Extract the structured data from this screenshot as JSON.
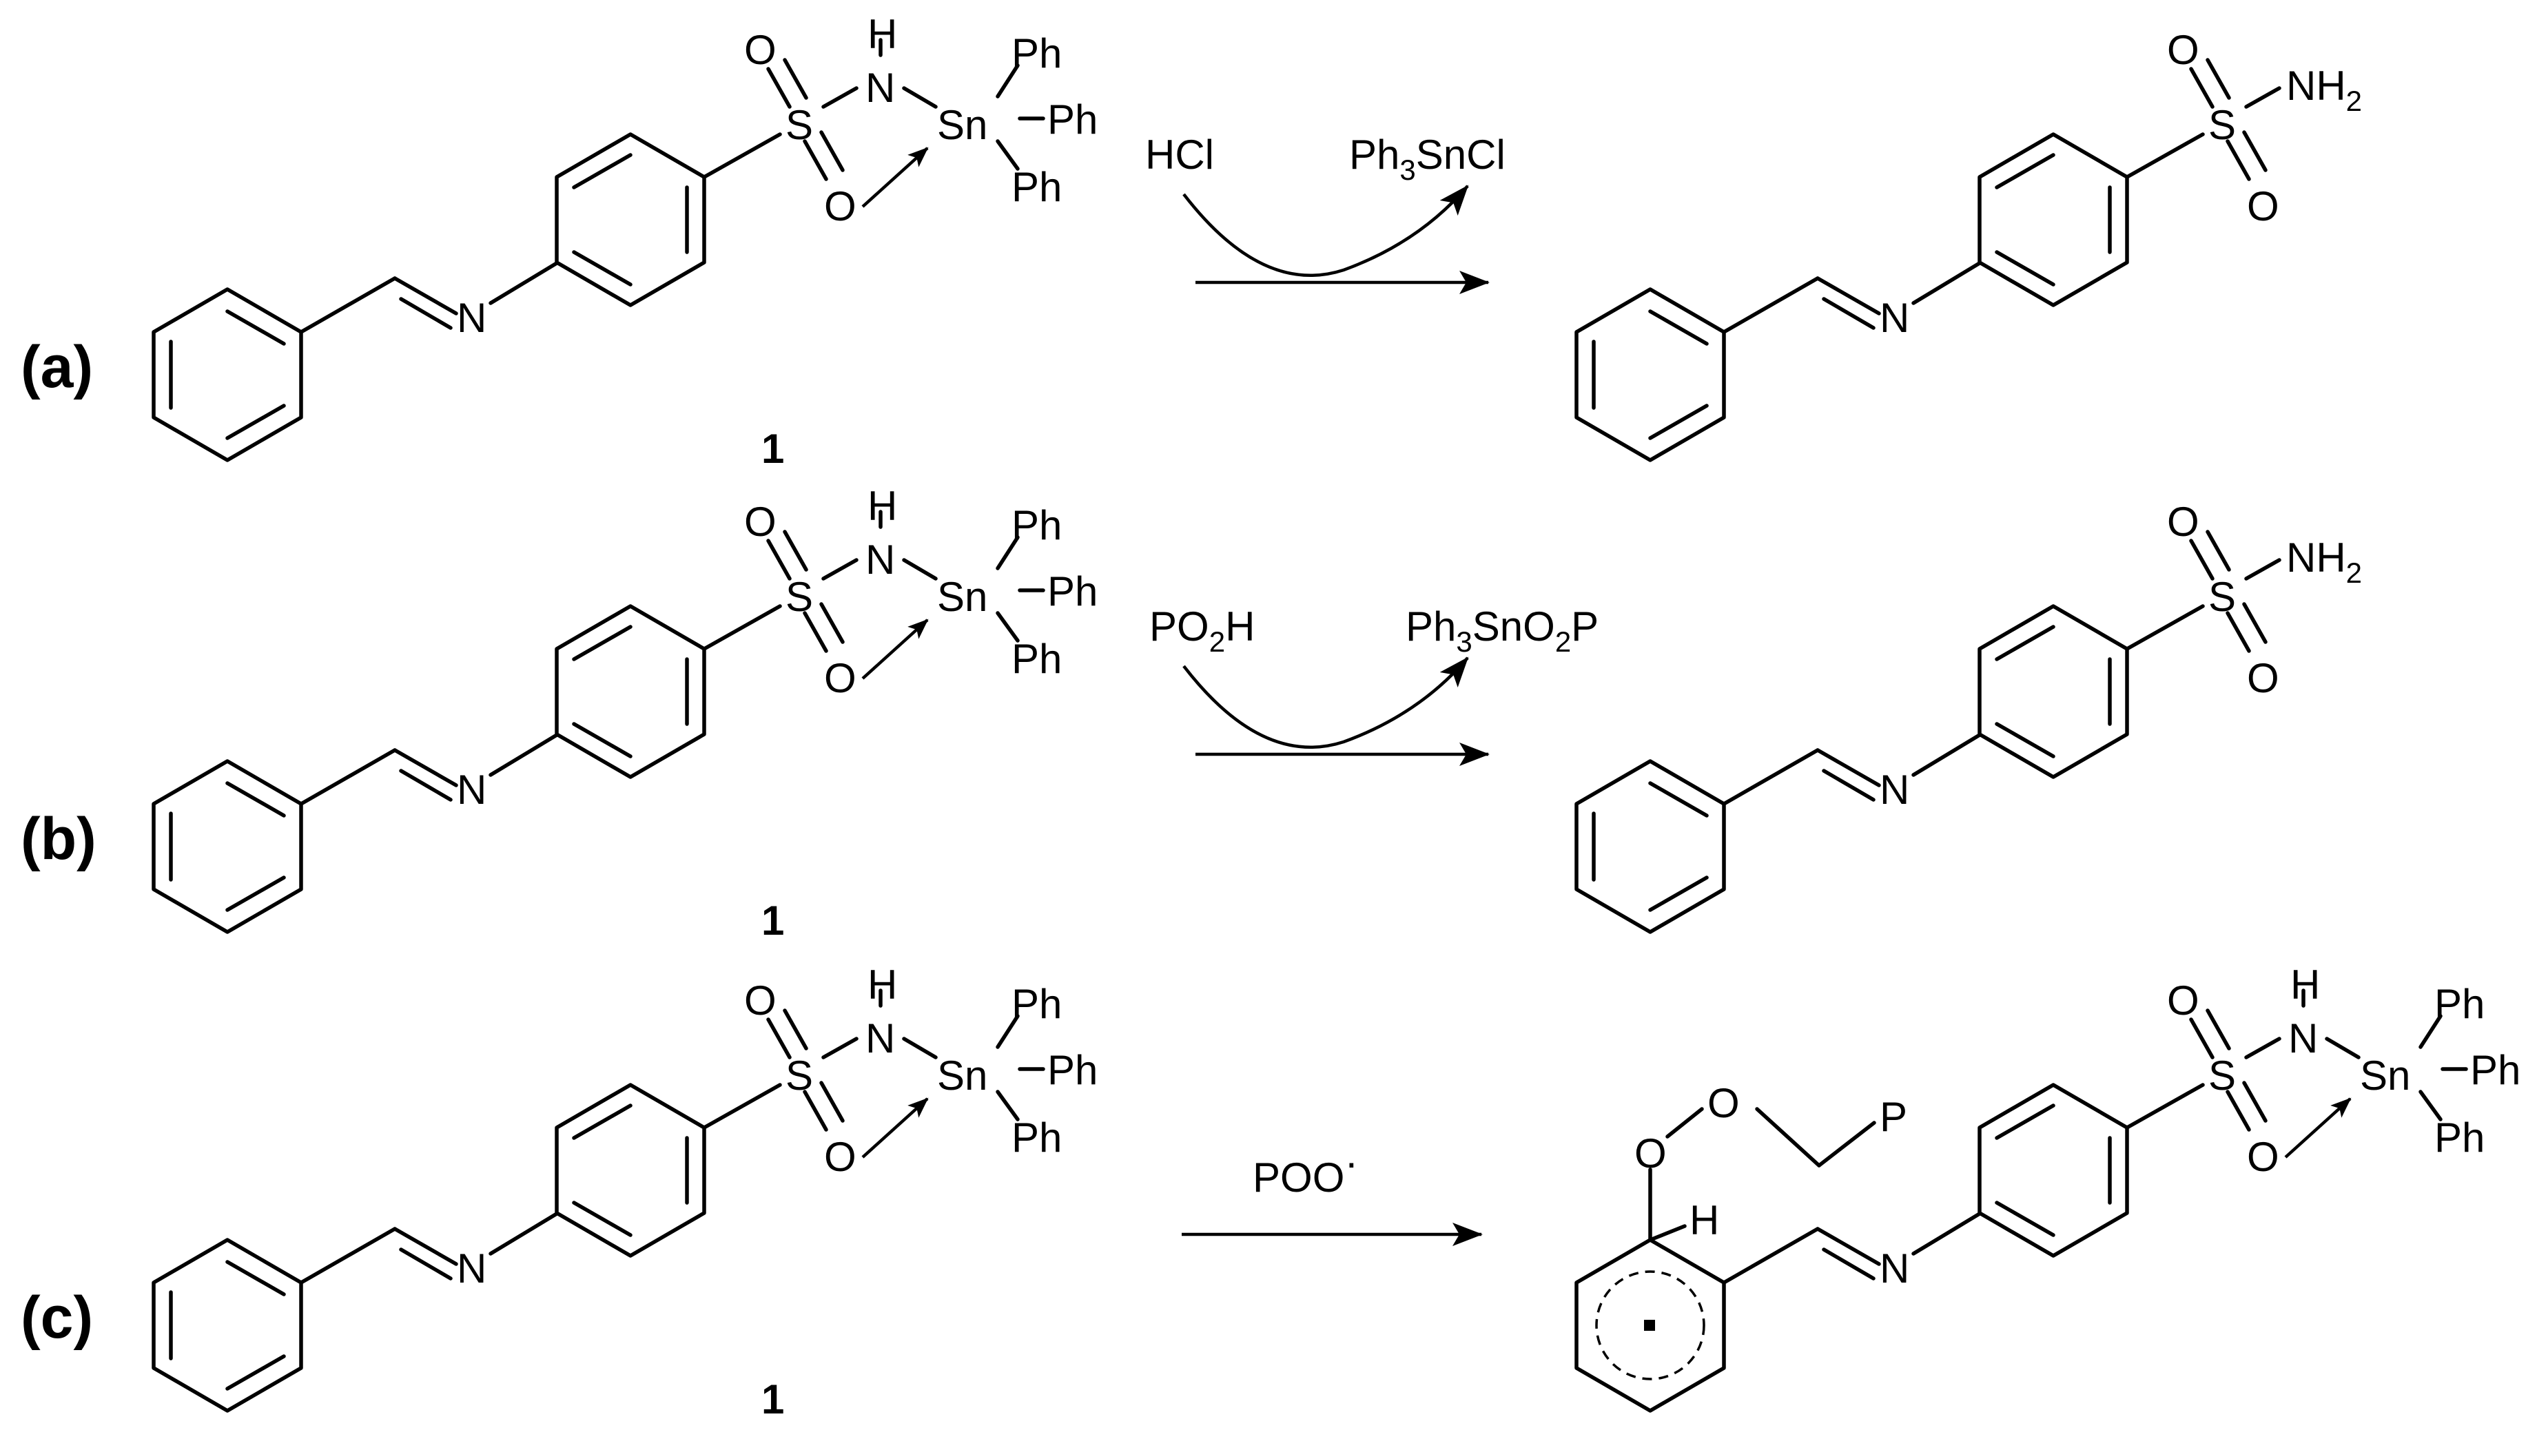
{
  "rows": [
    {
      "tag": "(a)",
      "compound_number": "1",
      "reagent": "HCl",
      "byproduct": {
        "pre": "Ph",
        "sub": "3",
        "post": "SnCl"
      },
      "product": "sulfonamide"
    },
    {
      "tag": "(b)",
      "compound_number": "1",
      "reagent": {
        "pre": "PO",
        "sub": "2",
        "post": "H"
      },
      "byproduct": {
        "pre": "Ph",
        "sub": "3",
        "post": "SnO",
        "sub2": "2",
        "post2": "P"
      },
      "product": "sulfonamide"
    },
    {
      "tag": "(c)",
      "compound_number": "1",
      "reagent": {
        "pre": "POO",
        "sup": "·"
      },
      "product": "radical adduct"
    }
  ],
  "atoms": {
    "O": "O",
    "S": "S",
    "N": "N",
    "H": "H",
    "Sn": "Sn",
    "Ph": "Ph",
    "P": "P",
    "NH2": {
      "pre": "NH",
      "sub": "2"
    }
  }
}
